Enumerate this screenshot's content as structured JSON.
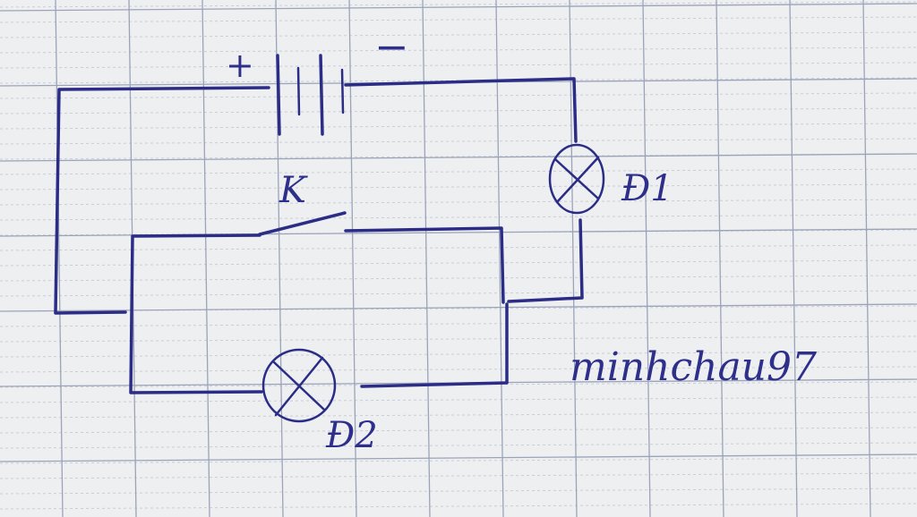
{
  "diagram": {
    "battery": {
      "plus_label": "+",
      "minus_label": "−"
    },
    "switch": {
      "label": "K"
    },
    "lamp1": {
      "label": "Đ1"
    },
    "lamp2": {
      "label": "Đ2"
    },
    "signature": "minhchau97",
    "colors": {
      "ink": "#2b2c86",
      "paper": "#eeeff1",
      "grid_major": "#9ba3b8",
      "grid_minor": "#c9cdd8"
    }
  }
}
